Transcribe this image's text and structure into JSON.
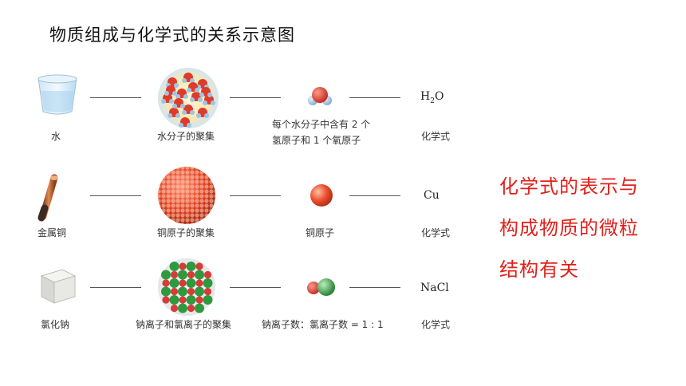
{
  "title": "物质组成与化学式的关系示意图",
  "rows": [
    {
      "substance": "水",
      "aggregate": "水分子的聚集",
      "particle_desc_line1": "每个水分子中含有 2 个",
      "particle_desc_line2": "氢原子和 1 个氧原子",
      "formula_main": "H",
      "formula_sub": "2",
      "formula_tail": "O",
      "formula_label": "化学式"
    },
    {
      "substance": "金属铜",
      "aggregate": "铜原子的聚集",
      "particle_desc": "铜原子",
      "formula": "Cu",
      "formula_label": "化学式"
    },
    {
      "substance": "氯化钠",
      "aggregate": "钠离子和氯离子的聚集",
      "particle_desc": "钠离子数：氯离子数 = 1 : 1",
      "formula": "NaCl",
      "formula_label": "化学式"
    }
  ],
  "note_lines": [
    "化学式的表示与",
    "构成物质的微粒",
    "结构有关"
  ],
  "colors": {
    "note": "#e0201a",
    "oxygen": "#e03a2a",
    "hydrogen": "#9ec4e6",
    "copper": "#d84a2a",
    "sodium": "#2e9a3e",
    "chlorine": "#d83a3a"
  }
}
